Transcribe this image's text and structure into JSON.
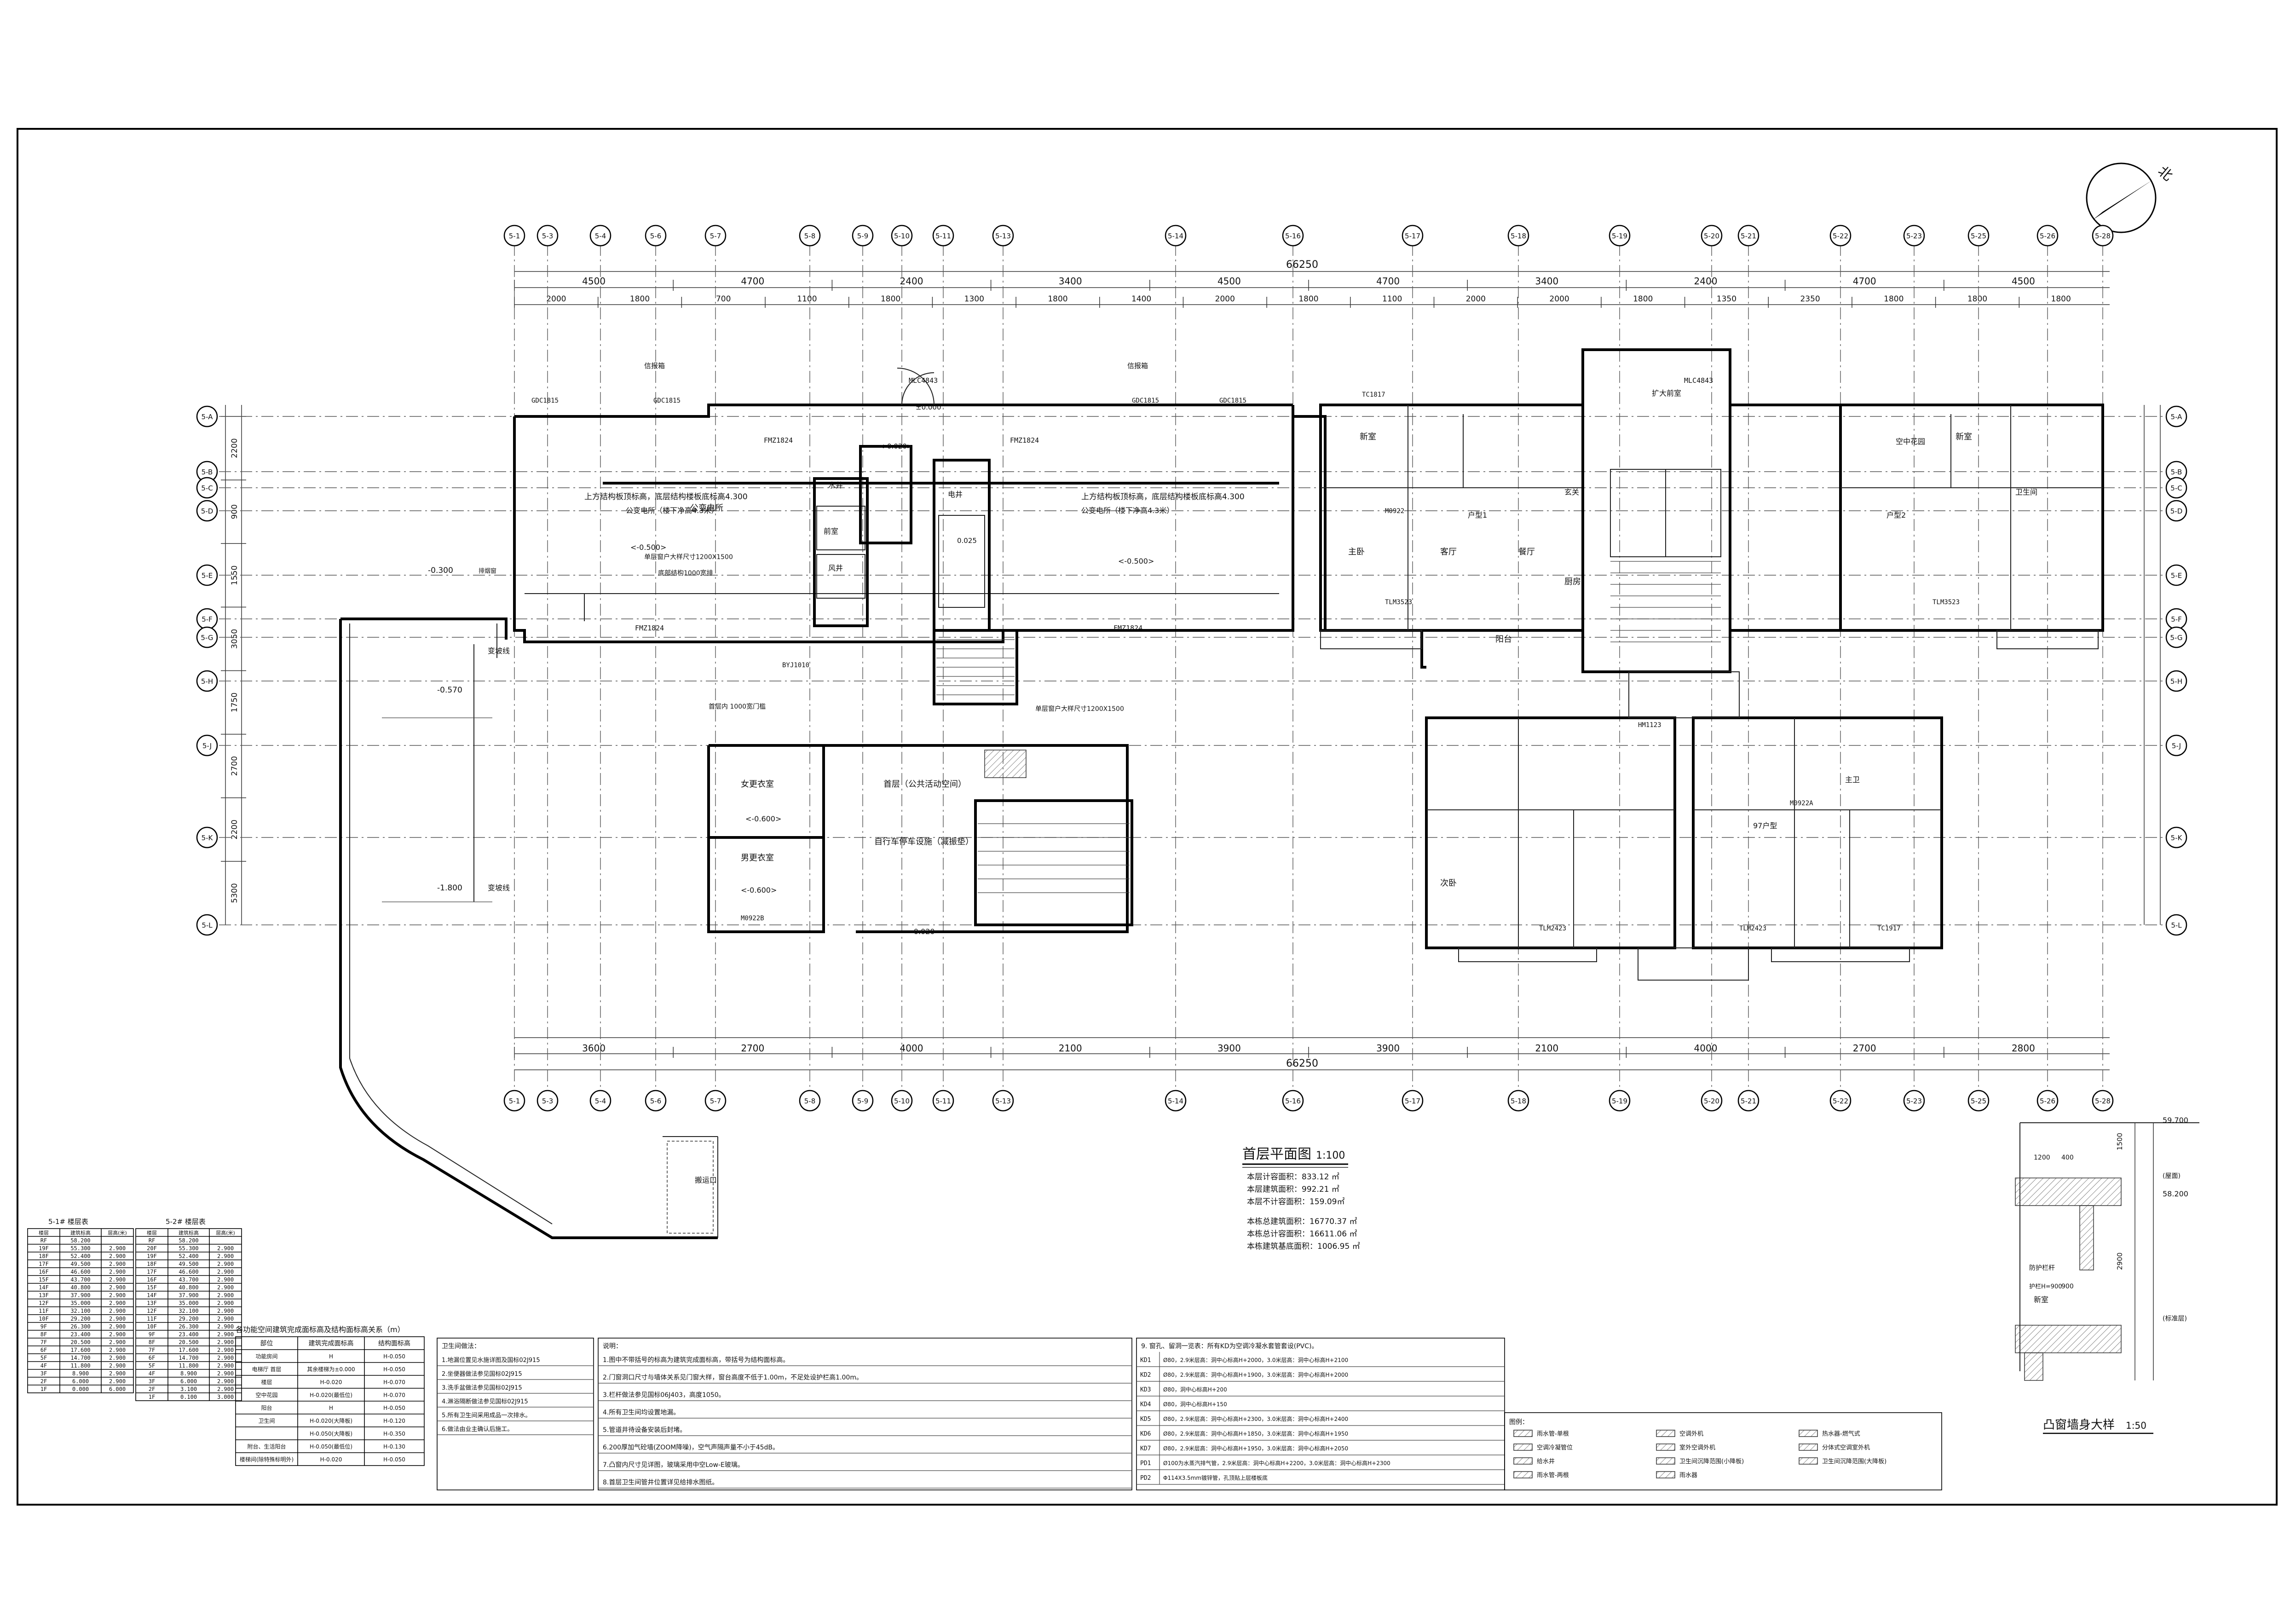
{
  "drawing": {
    "title": "首层平面图",
    "scale": "1:100",
    "area_lines": [
      "本层计容面积：833.12 ㎡",
      "本层建筑面积：992.21 ㎡",
      "本层不计容面积：159.09㎡"
    ],
    "total_lines": [
      "本栋总建筑面积：16770.37 ㎡",
      "本栋总计容面积：16611.06 ㎡",
      "本栋建筑基底面积：1006.95 ㎡"
    ],
    "north_label": "北",
    "overall_width": "66250",
    "top_grid_labels": [
      "5-1",
      "5-3",
      "5-4",
      "5-6",
      "5-7",
      "5-8",
      "5-9",
      "5-10",
      "5-11",
      "5-13",
      "5-14",
      "5-16",
      "5-17",
      "5-18",
      "5-19",
      "5-20",
      "5-21",
      "5-22",
      "5-23",
      "5-25",
      "5-26",
      "5-28"
    ],
    "bottom_grid_labels": [
      "5-1",
      "5-3",
      "5-4",
      "5-6",
      "5-7",
      "5-8",
      "5-9",
      "5-10",
      "5-11",
      "5-13",
      "5-14",
      "5-16",
      "5-17",
      "5-18",
      "5-19",
      "5-20",
      "5-21",
      "5-22",
      "5-23",
      "5-25",
      "5-26",
      "5-28"
    ],
    "left_grid_labels": [
      "5-A",
      "5-B",
      "5-C",
      "5-D",
      "5-E",
      "5-F",
      "5-G",
      "5-H",
      "5-J",
      "5-K",
      "5-L"
    ],
    "right_grid_labels": [
      "5-A",
      "5-B",
      "5-C",
      "5-D",
      "5-E",
      "5-F",
      "5-G",
      "5-H",
      "5-J",
      "5-K",
      "5-L"
    ],
    "top_dims_1": [
      "4500",
      "4700",
      "2400",
      "3400",
      "4500",
      "4700",
      "3400",
      "2400",
      "4700",
      "4500"
    ],
    "top_dims_2": [
      "2000",
      "1800",
      "700",
      "1100",
      "1800",
      "1300",
      "1800",
      "1400",
      "2000",
      "1800",
      "1100",
      "2000",
      "2000",
      "1800",
      "1350",
      "2350",
      "1800",
      "1800",
      "1800"
    ],
    "bottom_dims_1": [
      "3600",
      "2700",
      "4000",
      "2100",
      "3900",
      "3900",
      "2100",
      "4000",
      "2700",
      "2800"
    ],
    "left_dims": [
      "2200",
      "900",
      "1550",
      "3050",
      "1750",
      "2700",
      "2200",
      "5300"
    ],
    "rooms": [
      "新室",
      "主卧",
      "客厅",
      "餐厅",
      "阳台",
      "卫生间",
      "厨房",
      "玄关",
      "主卫",
      "次卧",
      "新室",
      "空中花园",
      "公变电所",
      "水井",
      "电井",
      "扩大前室",
      "前室",
      "风井",
      "女更衣室",
      "男更衣室",
      "自行车停车设施（减振垫）",
      "首层（公共活动空间）",
      "户型1",
      "户型2",
      "97户型"
    ],
    "annotations": [
      "上方结构板顶标高，底层结构楼板底标高4.300",
      "公变电所（楼下净高4.3米）",
      "单层窗户大样尺寸1200X1500",
      "底部结构1000宽排",
      "首层内 1000宽门槛",
      "变坡线",
      "搬运口",
      "排烟窗",
      "信报箱"
    ],
    "elevations": [
      "-0.300",
      "-0.570",
      "-1.800",
      "<-0.600>",
      "<-0.500>",
      "<-0.020>",
      "±0.000",
      "-0.020",
      "0.025"
    ],
    "door_tags": [
      "FMZ1824",
      "FMZ1824",
      "FMZ1824",
      "FMZ1824",
      "MLC4843",
      "MLC4843",
      "GDC1815",
      "GDC1815",
      "GDC1815",
      "GDC1815",
      "TLM3523",
      "TLM3523",
      "TLM2423",
      "TLM2423",
      "TC1817",
      "TC1917",
      "M0922",
      "M0922A",
      "HM1123",
      "BYJ1010",
      "M0922B"
    ],
    "floor_table_1": {
      "caption": "5-1# 楼层表",
      "headers": [
        "楼层",
        "建筑标高",
        "层高(米)"
      ],
      "rows": [
        [
          "RF",
          "58.200",
          ""
        ],
        [
          "19F",
          "55.300",
          "2.900"
        ],
        [
          "18F",
          "52.400",
          "2.900"
        ],
        [
          "17F",
          "49.500",
          "2.900"
        ],
        [
          "16F",
          "46.600",
          "2.900"
        ],
        [
          "15F",
          "43.700",
          "2.900"
        ],
        [
          "14F",
          "40.800",
          "2.900"
        ],
        [
          "13F",
          "37.900",
          "2.900"
        ],
        [
          "12F",
          "35.000",
          "2.900"
        ],
        [
          "11F",
          "32.100",
          "2.900"
        ],
        [
          "10F",
          "29.200",
          "2.900"
        ],
        [
          "9F",
          "26.300",
          "2.900"
        ],
        [
          "8F",
          "23.400",
          "2.900"
        ],
        [
          "7F",
          "20.500",
          "2.900"
        ],
        [
          "6F",
          "17.600",
          "2.900"
        ],
        [
          "5F",
          "14.700",
          "2.900"
        ],
        [
          "4F",
          "11.800",
          "2.900"
        ],
        [
          "3F",
          "8.900",
          "2.900"
        ],
        [
          "2F",
          "6.000",
          "2.900"
        ],
        [
          "1F",
          "0.000",
          "6.000"
        ]
      ]
    },
    "floor_table_2": {
      "caption": "5-2# 楼层表",
      "headers": [
        "楼层",
        "建筑标高",
        "层高(米)"
      ],
      "rows": [
        [
          "RF",
          "58.200",
          ""
        ],
        [
          "20F",
          "55.300",
          "2.900"
        ],
        [
          "19F",
          "52.400",
          "2.900"
        ],
        [
          "18F",
          "49.500",
          "2.900"
        ],
        [
          "17F",
          "46.600",
          "2.900"
        ],
        [
          "16F",
          "43.700",
          "2.900"
        ],
        [
          "15F",
          "40.800",
          "2.900"
        ],
        [
          "14F",
          "37.900",
          "2.900"
        ],
        [
          "13F",
          "35.000",
          "2.900"
        ],
        [
          "12F",
          "32.100",
          "2.900"
        ],
        [
          "11F",
          "29.200",
          "2.900"
        ],
        [
          "10F",
          "26.300",
          "2.900"
        ],
        [
          "9F",
          "23.400",
          "2.900"
        ],
        [
          "8F",
          "20.500",
          "2.900"
        ],
        [
          "7F",
          "17.600",
          "2.900"
        ],
        [
          "6F",
          "14.700",
          "2.900"
        ],
        [
          "5F",
          "11.800",
          "2.900"
        ],
        [
          "4F",
          "8.900",
          "2.900"
        ],
        [
          "3F",
          "6.000",
          "2.900"
        ],
        [
          "2F",
          "3.100",
          "2.900"
        ],
        [
          "1F",
          "0.100",
          "3.000"
        ]
      ]
    },
    "elev_table": {
      "caption": "各功能空间建筑完成面标高及结构面标高关系（m）",
      "headers": [
        "部位",
        "建筑完成面标高",
        "结构面标高"
      ],
      "rows": [
        [
          "功能房间",
          "H",
          "H-0.050"
        ],
        [
          "电梯厅 首层",
          "其余楼梯为±0.000",
          "H-0.050"
        ],
        [
          "楼层",
          "H-0.020",
          "H-0.070"
        ],
        [
          "空中花园",
          "H-0.020(最低位)",
          "H-0.070"
        ],
        [
          "阳台",
          "H",
          "H-0.050"
        ],
        [
          "卫生间",
          "H-0.020(大降板)",
          "H-0.120"
        ],
        [
          "",
          "H-0.050(大降板)",
          "H-0.350"
        ],
        [
          "附台、生活阳台",
          "H-0.050(最低位)",
          "H-0.130"
        ],
        [
          "楼梯间(除特殊标明外)",
          "H-0.020",
          "H-0.050"
        ]
      ]
    },
    "sanitary_notes": {
      "caption": "卫生间做法：",
      "items": [
        "1.地漏位置见水施详图及国标02J915",
        "2.坐便器做法参见国标02J915",
        "3.洗手盆做法参见国标02J915",
        "4.淋浴隔断做法参见国标02J915",
        "5.所有卫生间采用成品一次排水。",
        "6.做法由业主确认后施工。"
      ]
    },
    "general_notes": {
      "caption": "说明：",
      "items": [
        "1.图中不带括号的标高为建筑完成面标高，带括号为结构面标高。",
        "2.门窗洞口尺寸与墙体关系见门窗大样，窗台高度不低于1.00m，不足处设护栏高1.00m。",
        "3.栏杆做法参见国标06J403，高度1050。",
        "4.所有卫生间均设置地漏。",
        "5.管道井待设备安装后封堵。",
        "6.200厚加气砼墙(ZOOM降噪)，空气声隔声量不小于45dB。",
        "7.凸窗内尺寸见详图，玻璃采用中空Low-E玻璃。",
        "8.首层卫生间管井位置详见给排水图纸。"
      ]
    },
    "equip_notes": {
      "caption": "9. 窗孔、留洞一览表：所有KD为空调冷凝水套管套设(PVC)。",
      "items": [
        [
          "KD1",
          "Ø80，2.9米层高：洞中心标高H+2000，3.0米层高：洞中心标高H+2100"
        ],
        [
          "KD2",
          "Ø80，2.9米层高：洞中心标高H+1900，3.0米层高：洞中心标高H+2000"
        ],
        [
          "KD3",
          "Ø80，洞中心标高H+200"
        ],
        [
          "KD4",
          "Ø80，洞中心标高H+150"
        ],
        [
          "KD5",
          "Ø80，2.9米层高：洞中心标高H+2300，3.0米层高：洞中心标高H+2400"
        ],
        [
          "KD6",
          "Ø80，2.9米层高：洞中心标高H+1850，3.0米层高：洞中心标高H+1950"
        ],
        [
          "KD7",
          "Ø80，2.9米层高：洞中心标高H+1950，3.0米层高：洞中心标高H+2050"
        ],
        [
          "PD1",
          "Ø100为水蒸汽排气管，2.9米层高：洞中心标高H+2200，3.0米层高：洞中心标高H+2300"
        ],
        [
          "PD2",
          "Φ114X3.5mm镀锌管，孔顶贴上层楼板底"
        ]
      ]
    },
    "legend": {
      "caption": "图例：",
      "items": [
        "雨水管-单根",
        "空调冷凝管位",
        "给水井",
        "雨水管-两根",
        "空调外机",
        "室外空调外机",
        "卫生间沉降范围(小降板)",
        "雨水器",
        "热水器-燃气式",
        "分体式空调室外机",
        "卫生间沉降范围(大降板)"
      ]
    },
    "detail": {
      "title": "凸窗墙身大样",
      "scale": "1:50",
      "elevations": [
        "59.700",
        "58.200"
      ],
      "dims": [
        "1500",
        "2900",
        "1200",
        "400",
        "900"
      ],
      "labels": [
        "(屋面)",
        "(标准层)",
        "新室",
        "防护栏杆",
        "护栏H=900"
      ]
    }
  }
}
